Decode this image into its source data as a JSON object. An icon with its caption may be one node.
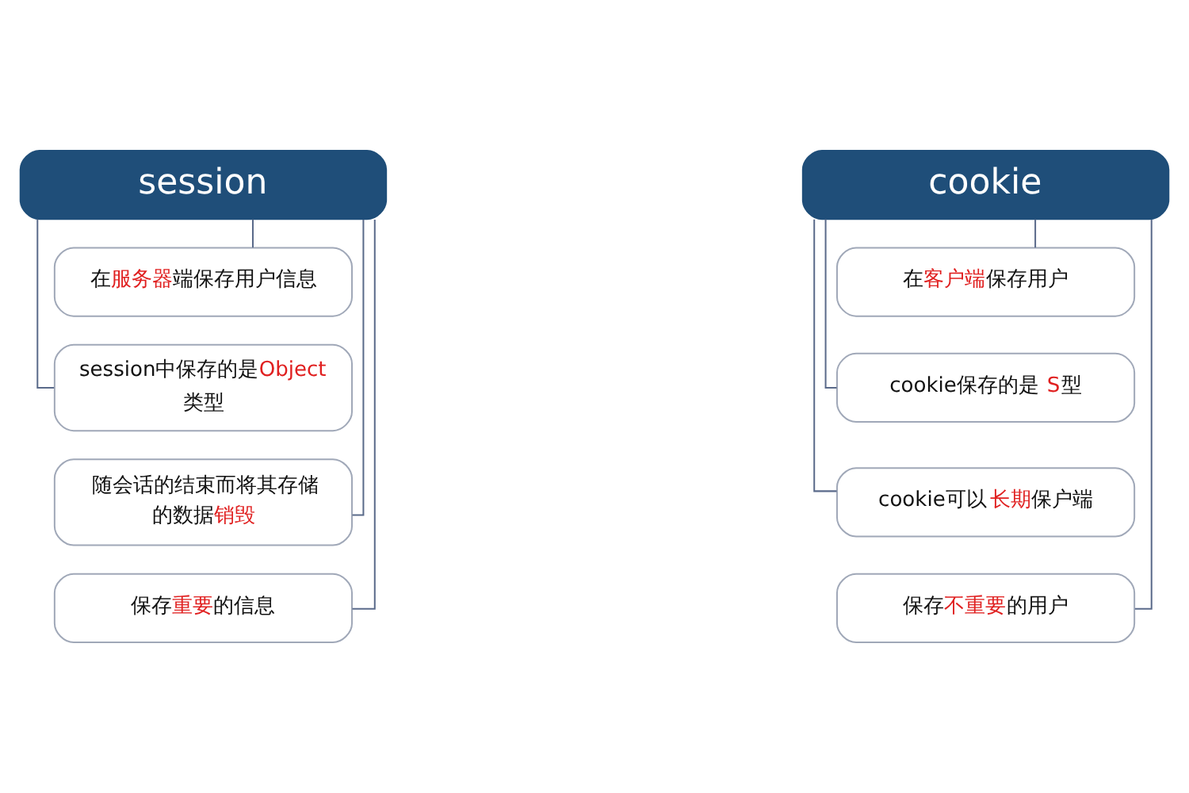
{
  "diagram": {
    "nodes": [
      {
        "text": [
          "session"
        ]
      },
      {
        "text": [
          "在**服务器**端保存用户信息"
        ]
      },
      {
        "text": [
          "session中保存的是**Object**类型"
        ]
      },
      {
        "text": [
          "随会话的结束而将其存储的数据**销毁**"
        ]
      },
      {
        "text": [
          "保存**重要**的信息"
        ]
      },
      {
        "text": [
          "cookie"
        ]
      },
      {
        "text": [
          "在**客户端**保存用户"
        ]
      },
      {
        "text": [
          "cookie保存的是 **S**型"
        ]
      },
      {
        "text": [
          "cookie可以**长期**保户端"
        ]
      },
      {
        "text": [
          "保存**不重要**的用户"
        ]
      }
    ],
    "edges": [
      {
        "from": 0,
        "to": 1,
        "arrow": "none"
      },
      {
        "from": 0,
        "to": 2,
        "arrow": "none"
      },
      {
        "from": 0,
        "to": 3,
        "arrow": "none"
      },
      {
        "from": 0,
        "to": 4,
        "arrow": "none"
      },
      {
        "from": 5,
        "to": 6,
        "arrow": "none"
      },
      {
        "from": 5,
        "to": 7,
        "arrow": "none"
      },
      {
        "from": 5,
        "to": 8,
        "arrow": "none"
      },
      {
        "from": 5,
        "to": 9,
        "arrow": "none"
      }
    ]
  }
}
